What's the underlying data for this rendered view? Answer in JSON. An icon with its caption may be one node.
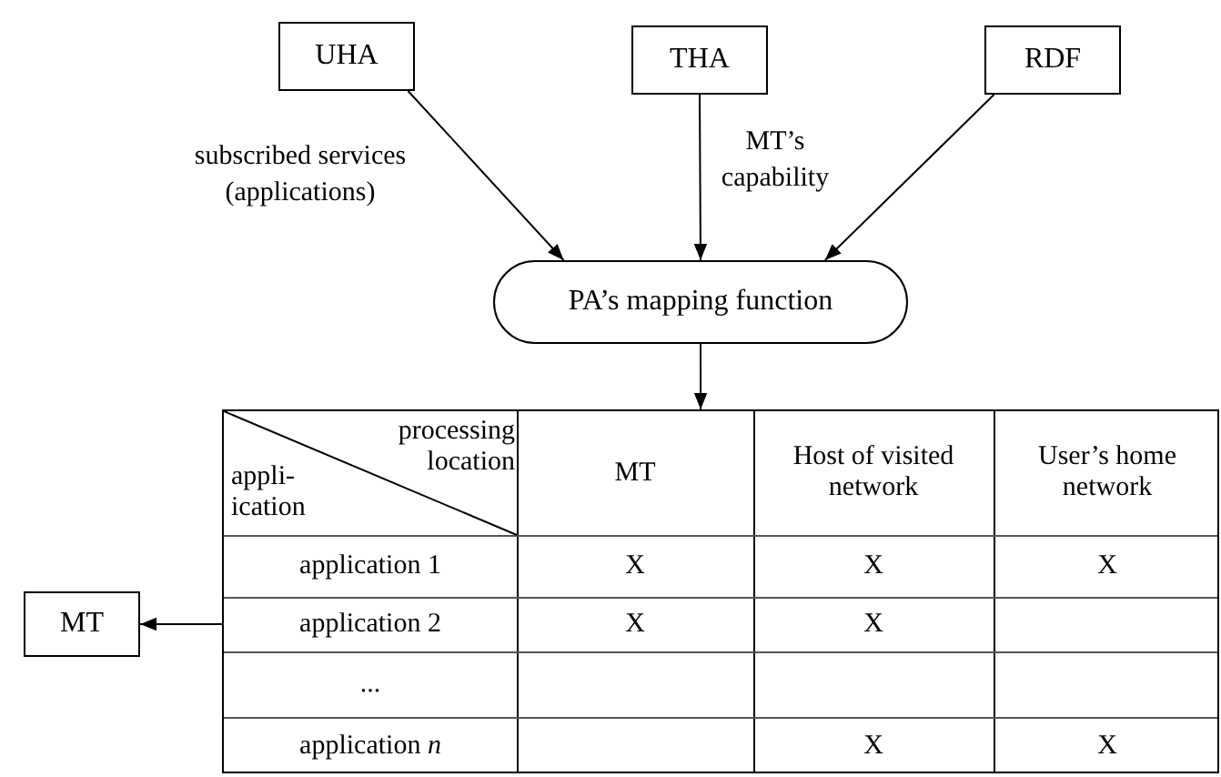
{
  "diagram": {
    "nodes": [
      {
        "text": [
          "UHA"
        ]
      },
      {
        "text": [
          "THA"
        ]
      },
      {
        "text": [
          "RDF"
        ]
      },
      {
        "text": [
          "PA’s mapping function"
        ]
      },
      {
        "text": [],
        "shape": "box"
      },
      {
        "text": [
          "MT"
        ]
      }
    ],
    "edges": [
      {
        "from": 0,
        "to": 3,
        "arrow": "to",
        "label": "subscribed services (applications)"
      },
      {
        "from": 1,
        "to": 3,
        "arrow": "to",
        "label": "MT’s capability"
      },
      {
        "from": 2,
        "to": 3,
        "arrow": "to"
      },
      {
        "from": 3,
        "to": 4,
        "arrow": "to"
      },
      {
        "from": 4,
        "to": 5,
        "arrow": "to"
      }
    ],
    "labels": [
      "processing location",
      "appli- ication",
      "MT",
      "Host of visited network",
      "User’s home network",
      "application 1",
      "X",
      "X",
      "X",
      "application 2",
      "X",
      "X",
      "...",
      "application *n*",
      "X",
      "X"
    ]
  }
}
